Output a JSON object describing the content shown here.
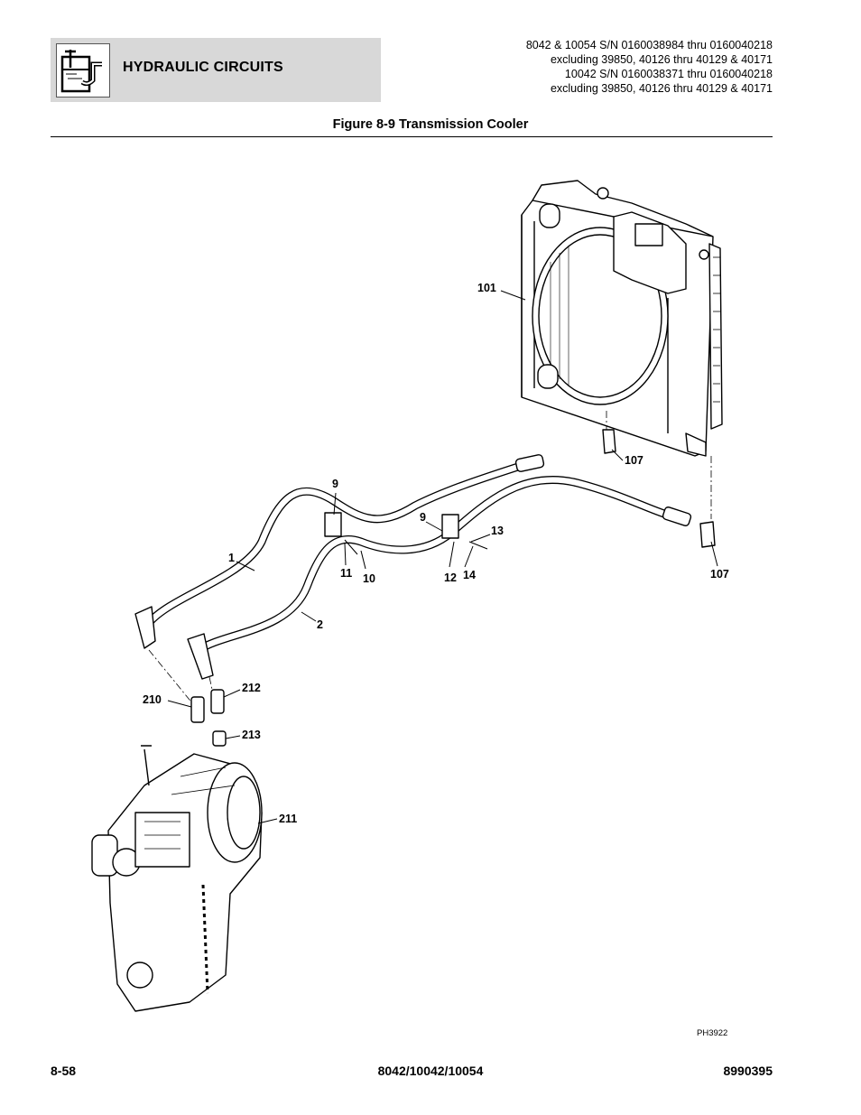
{
  "header": {
    "section_title": "HYDRAULIC CIRCUITS",
    "icon": "hydraulic-tank-icon"
  },
  "serial_lines": [
    "8042 & 10054 S/N 0160038984 thru 0160040218",
    "excluding 39850, 40126 thru 40129 & 40171",
    "10042 S/N 0160038371 thru 0160040218",
    "excluding 39850, 40126 thru 40129 & 40171"
  ],
  "figure_title": "Figure 8-9 Transmission Cooler",
  "callouts": {
    "c101": "101",
    "c107a": "107",
    "c107b": "107",
    "c9a": "9",
    "c9b": "9",
    "c13": "13",
    "c1": "1",
    "c11": "11",
    "c10": "10",
    "c12": "12",
    "c14": "14",
    "c2": "2",
    "c210": "210",
    "c212": "212",
    "c213": "213",
    "c211": "211"
  },
  "photo_id": "PH3922",
  "footer": {
    "page": "8-58",
    "models": "8042/10042/10054",
    "doc_number": "8990395"
  }
}
